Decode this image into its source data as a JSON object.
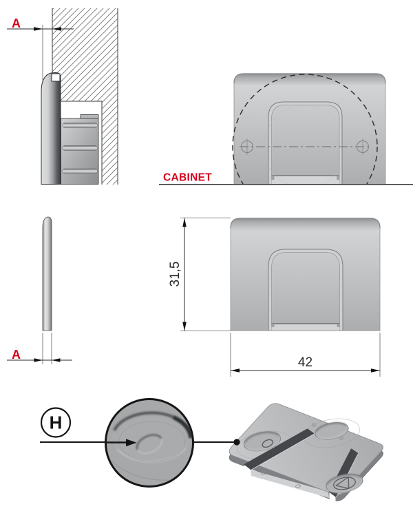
{
  "section_view": {
    "dim_label": "A"
  },
  "installed_view": {
    "cabinet_label": "CABINET"
  },
  "side_view": {
    "dim_label": "A"
  },
  "front_view": {
    "height_dim": "31,5",
    "width_dim": "42"
  },
  "detail_view": {
    "letter": "H"
  },
  "colors": {
    "accent_red": "#d6001c",
    "part_gray": "#b3b5b7",
    "dim_line": "#2a2a2a"
  }
}
